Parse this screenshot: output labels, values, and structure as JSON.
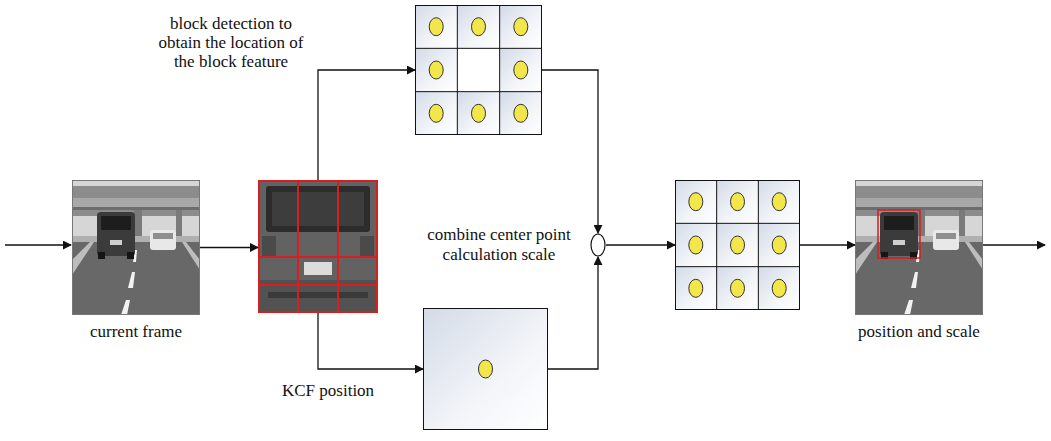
{
  "diagram": {
    "nodes": [
      {
        "text": [
          "current frame"
        ]
      },
      {
        "text": []
      },
      {
        "text": []
      },
      {
        "text": []
      },
      {
        "text": [
          "combine center point calculation scale"
        ]
      },
      {
        "text": []
      },
      {
        "text": [
          "position and scale"
        ]
      }
    ],
    "edges": [
      {
        "from": 0,
        "to": 1,
        "arrow": "to"
      },
      {
        "from": 1,
        "to": 2,
        "arrow": "to",
        "label": "block detection to obtain the location of the block feature"
      },
      {
        "from": 1,
        "to": 3,
        "arrow": "to",
        "label": "KCF position"
      },
      {
        "from": 2,
        "to": 4,
        "arrow": "to"
      },
      {
        "from": 3,
        "to": 4,
        "arrow": "to"
      },
      {
        "from": 4,
        "to": 5,
        "arrow": "to"
      },
      {
        "from": 5,
        "to": 6,
        "arrow": "to"
      }
    ]
  }
}
